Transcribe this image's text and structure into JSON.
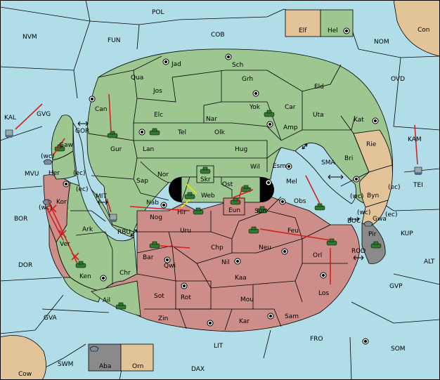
{
  "colors": {
    "sea": "#b0dde8",
    "green_power": "#9dc691",
    "red_power": "#cd8d88",
    "tan_power": "#e3c499",
    "grey_power": "#8a8a8a",
    "order_arrow": "#d42020",
    "support_arrow": "#e8e800"
  },
  "sea_labels": {
    "pol": "POL",
    "fun": "FUN",
    "nvm": "NVM",
    "cob": "COB",
    "nom": "NOM",
    "ovd": "OVD",
    "con": "Con",
    "kal": "KAL",
    "gvg": "GVG",
    "gor": "GOR",
    "mvu": "MVU",
    "mit": "MIT",
    "bor": "BOR",
    "rbu": "RBU",
    "dor": "DOR",
    "gva": "GVA",
    "swm": "SWM",
    "cow": "Cow",
    "lit": "LIT",
    "dax": "DAX",
    "fro": "FRO",
    "som": "SOM",
    "gvp": "GVP",
    "alt": "ALT",
    "kup": "KUP",
    "rod": "ROD",
    "buc": "BUC",
    "sma": "SMA",
    "kam": "KAM",
    "tei": "TEI"
  },
  "land_labels": {
    "jad": "Jad",
    "sch": "Sch",
    "qua": "Qua",
    "jos": "Jos",
    "grh": "Grh",
    "eld": "Eld",
    "can": "Can",
    "elc": "Elc",
    "nar": "Nar",
    "yok": "Yok",
    "car": "Car",
    "uta": "Uta",
    "kat": "Kat",
    "tel": "Tel",
    "olk": "Olk",
    "amp": "Amp",
    "gur": "Gur",
    "lan": "Lan",
    "hug": "Hug",
    "rie": "Rie",
    "gaw": "Gaw",
    "bri": "Bri",
    "wc1": "(wc)",
    "her": "Her",
    "ec1": "(ec)",
    "nor": "Nor",
    "skr": "Skr",
    "wil": "Wil",
    "esm": "Esm",
    "sap": "Sap",
    "web": "Web",
    "ost": "Ost",
    "mel": "Mel",
    "wc2": "(wc)",
    "byn": "Byn",
    "ec2": "(ec)",
    "kor": "Kor",
    "ec3": "(ec)",
    "wc3": "(wc)",
    "nab": "Nab",
    "hir": "Hir",
    "eun": "Eun",
    "sun": "Sun",
    "obs": "Obs",
    "wc4": "(wc)",
    "gwa": "Gwa",
    "ec4": "(ec)",
    "nog": "Nog",
    "uru": "Uru",
    "feu": "Feu",
    "ark": "Ark",
    "pir": "Pir",
    "ver": "Ver",
    "chp": "Chp",
    "neu": "Neu",
    "orl": "Orl",
    "bar": "Bar",
    "qwi": "Qwi",
    "nil": "Nil",
    "ken": "Ken",
    "chr": "Chr",
    "kaa": "Kaa",
    "los": "Los",
    "sot": "Sot",
    "rot": "Rot",
    "mou": "Mou",
    "ail": "Ail",
    "zin": "Zin",
    "kar": "Kar",
    "sam": "Sam",
    "elf": "Elf",
    "hel": "Hel",
    "aba": "Aba",
    "orn": "Orn"
  }
}
